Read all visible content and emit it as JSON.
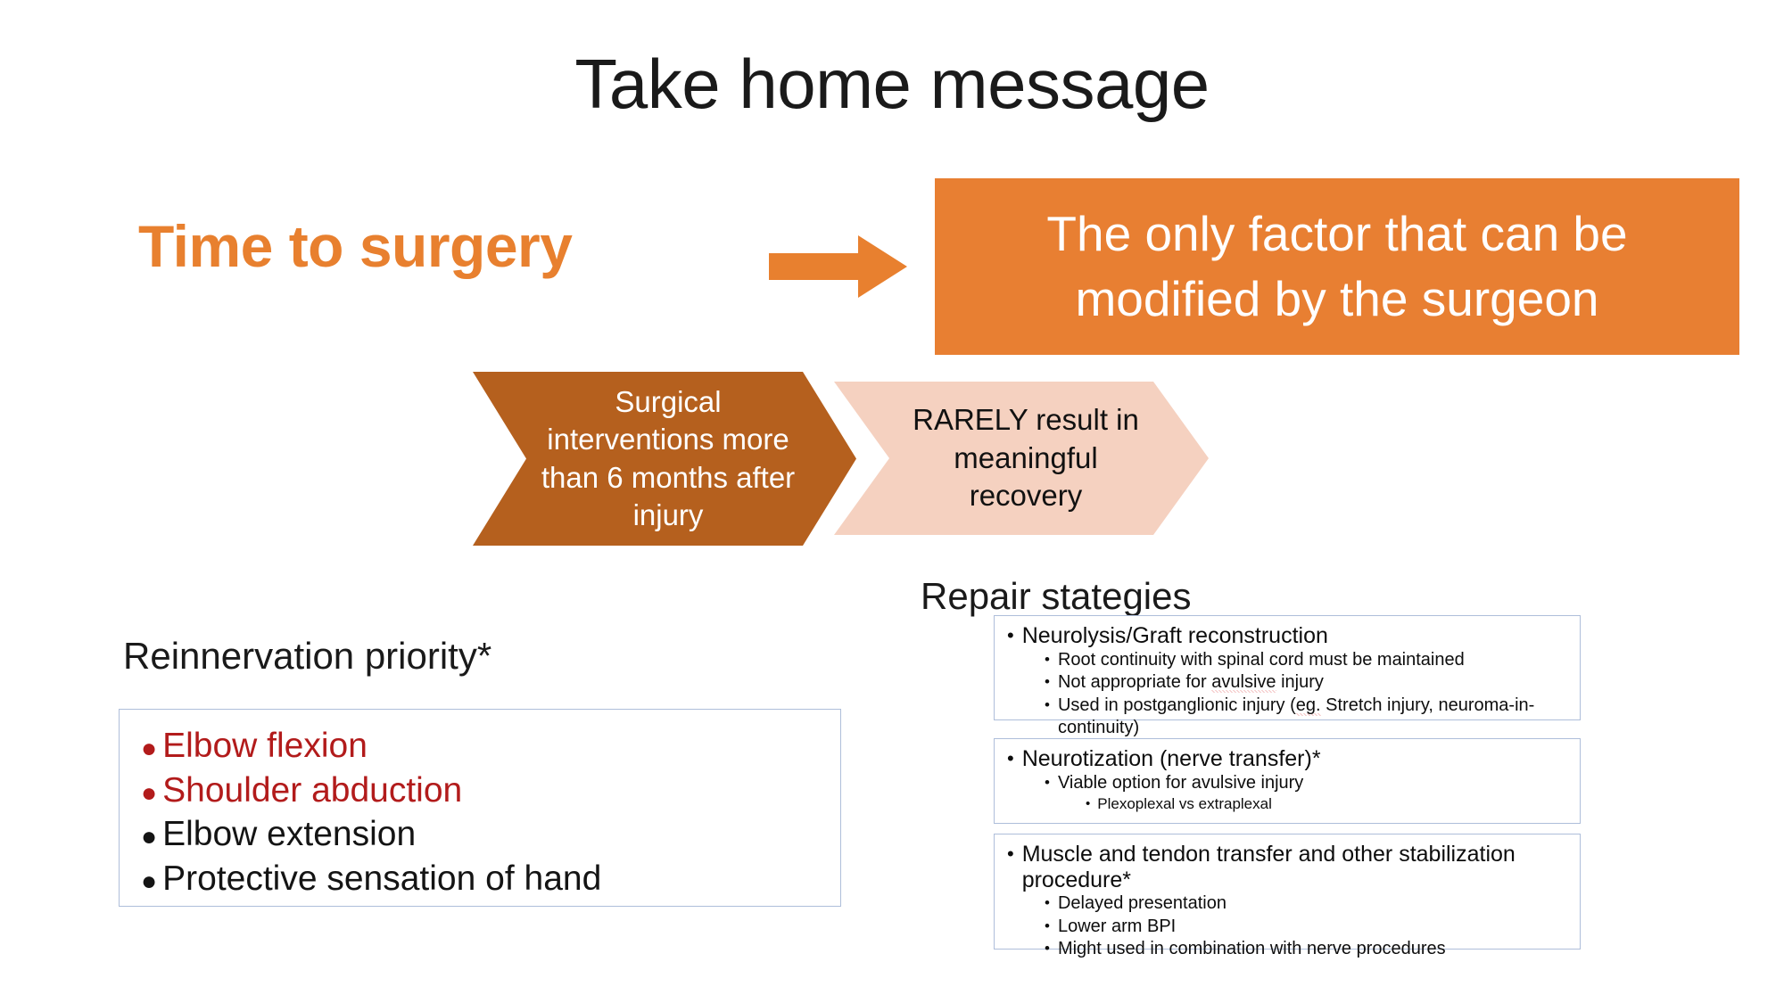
{
  "slide": {
    "title": "Take home message",
    "background_color": "#FFFFFF"
  },
  "colors": {
    "orange": "#E87F32",
    "dark_orange": "#B5601E",
    "light_peach": "#F5D1C0",
    "dark_red": "#B21B1B",
    "box_border": "#AEBEDA",
    "text_dark": "#1A1A1A",
    "text_white": "#FFFFFF"
  },
  "key_message": {
    "left_label": "Time to surgery",
    "arrow_icon": "right-arrow-icon",
    "banner_text": "The only factor that can be modified by the surgeon"
  },
  "chevrons": [
    {
      "id": "surgical-interventions",
      "text": "Surgical interventions more than 6 months after injury",
      "fill": "#B5601E",
      "text_color": "#FFFFFF"
    },
    {
      "id": "rarely-result",
      "text": "RARELY result in meaningful recovery",
      "fill": "#F5D1C0",
      "text_color": "#111111"
    }
  ],
  "reinnervation": {
    "heading": "Reinnervation priority*",
    "items": [
      {
        "label": "Elbow flexion",
        "color": "#B21B1B",
        "highlighted": true
      },
      {
        "label": "Shoulder abduction",
        "color": "#B21B1B",
        "highlighted": true
      },
      {
        "label": "Elbow extension",
        "color": "#141414",
        "highlighted": false
      },
      {
        "label": "Protective sensation of hand",
        "color": "#141414",
        "highlighted": false
      }
    ]
  },
  "repair": {
    "heading": "Repair stategies",
    "boxes": [
      {
        "title": "Neurolysis/Graft reconstruction",
        "sub": [
          {
            "text": "Root continuity with spinal cord must be maintained",
            "level": 2
          },
          {
            "text_before": "Not appropriate for ",
            "misspelled": "avulsive",
            "text_after": " injury",
            "level": 2
          },
          {
            "text_before": "Used in postganglionic injury (",
            "misspelled": "eg.",
            "text_after": " Stretch injury, neuroma-in-continuity)",
            "level": 2
          }
        ]
      },
      {
        "title": "Neurotization (nerve transfer)*",
        "sub": [
          {
            "text": "Viable option for avulsive injury",
            "level": 2
          },
          {
            "text": "Plexoplexal vs extraplexal",
            "level": 3
          }
        ]
      },
      {
        "title": "Muscle and tendon transfer and other stabilization procedure*",
        "sub": [
          {
            "text": "Delayed presentation",
            "level": 2
          },
          {
            "text": "Lower arm BPI",
            "level": 2
          },
          {
            "text": "Might used in combination with nerve procedures",
            "level": 2
          }
        ]
      }
    ]
  }
}
